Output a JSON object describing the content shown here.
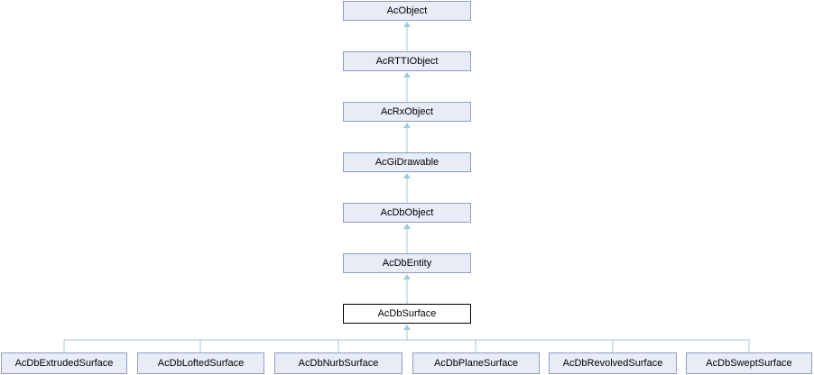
{
  "diagram": {
    "kind": "class-inheritance-diagram",
    "ancestors": [
      "AcObject",
      "AcRTTIObject",
      "AcRxObject",
      "AcGiDrawable",
      "AcDbObject",
      "AcDbEntity"
    ],
    "current_class": "AcDbSurface",
    "derived": [
      "AcDbExtrudedSurface",
      "AcDbLoftedSurface",
      "AcDbNurbSurface",
      "AcDbPlaneSurface",
      "AcDbRevolvedSurface",
      "AcDbSweptSurface"
    ],
    "colors": {
      "node_fill": "#e7ecf6",
      "node_border": "#8d9dc5",
      "current_node_fill": "#ffffff",
      "current_node_border": "#000000",
      "edge": "#a3c9dc",
      "text": "#000000"
    }
  }
}
